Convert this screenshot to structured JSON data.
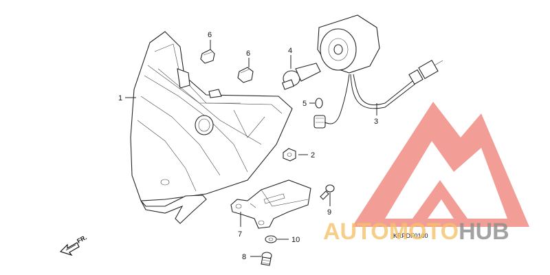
{
  "diagram": {
    "callouts": [
      "1",
      "2",
      "3",
      "4",
      "5",
      "6",
      "6",
      "7",
      "8",
      "9",
      "10"
    ],
    "direction_label": "FR.",
    "diagram_code": "KRPDF0100"
  },
  "watermark": {
    "brand_part_a": "AUTOMOTO",
    "brand_part_b": "HUB",
    "colors": {
      "logo_red": "#f08c84",
      "brand_orange": "#f5c26b",
      "brand_gray": "#8c8c8c"
    }
  }
}
